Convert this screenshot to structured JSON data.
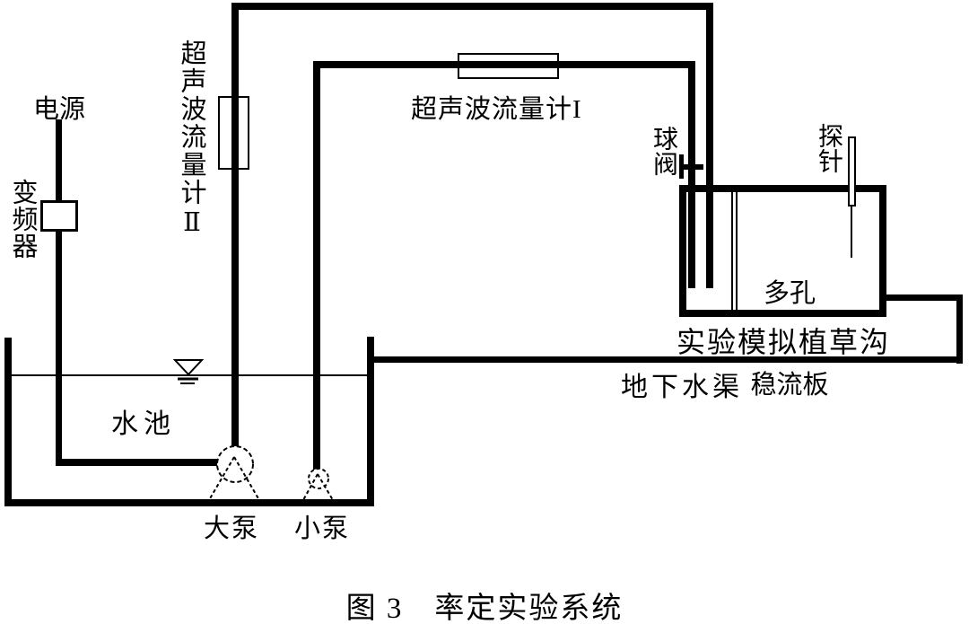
{
  "figure_caption": "图 3　率定实验系统",
  "labels": {
    "power": "电源",
    "inverter": "变频器",
    "flowmeter2": "超声波流量计Ⅱ",
    "flowmeter1": "超声波流量计I",
    "ball_valve": "球阀",
    "probe": "探针",
    "plate_line1": "多孔",
    "plate_line2": "稳流板",
    "swale": "实验模拟植草沟",
    "channel": "地下水渠",
    "pool": "水池",
    "big_pump": "大泵",
    "small_pump": "小泵"
  },
  "colors": {
    "diagram_line": "#000000",
    "background": "#ffffff"
  }
}
